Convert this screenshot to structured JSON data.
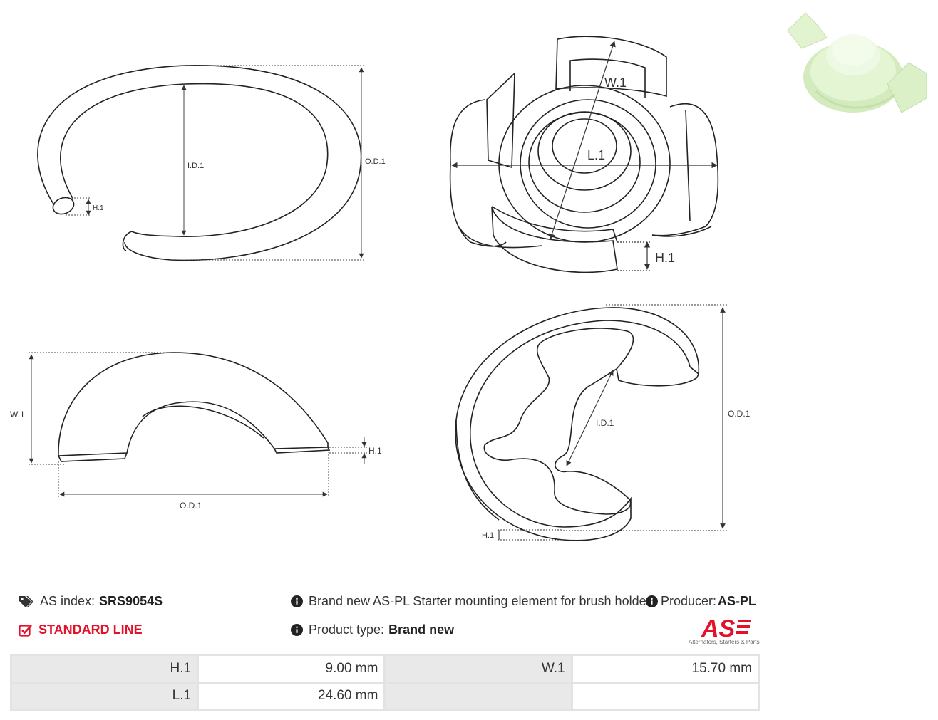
{
  "labels": {
    "h1": "H.1",
    "id1": "I.D.1",
    "od1": "O.D.1",
    "w1": "W.1",
    "l1": "L.1"
  },
  "info": {
    "as_index_label": "AS index:",
    "as_index_value": "SRS9054S",
    "description": "Brand new AS-PL Starter mounting element for brush holder",
    "producer_label": "Producer:",
    "producer_value": "AS-PL",
    "standard_line": "STANDARD LINE",
    "product_type_label": "Product type:",
    "product_type_value": "Brand new"
  },
  "logo": {
    "text": "AS",
    "tagline": "Alternators, Starters & Parts"
  },
  "specs": {
    "rows": [
      [
        {
          "k": "H.1",
          "v": "9.00 mm"
        },
        {
          "k": "W.1",
          "v": "15.70 mm"
        }
      ],
      [
        {
          "k": "L.1",
          "v": "24.60 mm"
        },
        {
          "k": "",
          "v": ""
        }
      ]
    ]
  },
  "colors": {
    "accent": "#e3122b",
    "table_header_bg": "#e9e9e9",
    "table_border": "#e3e3e3",
    "part_color": "#dff3cc"
  },
  "icons": {
    "tags": "tags-icon",
    "info": "info-circle-icon",
    "check": "check-square-icon"
  }
}
